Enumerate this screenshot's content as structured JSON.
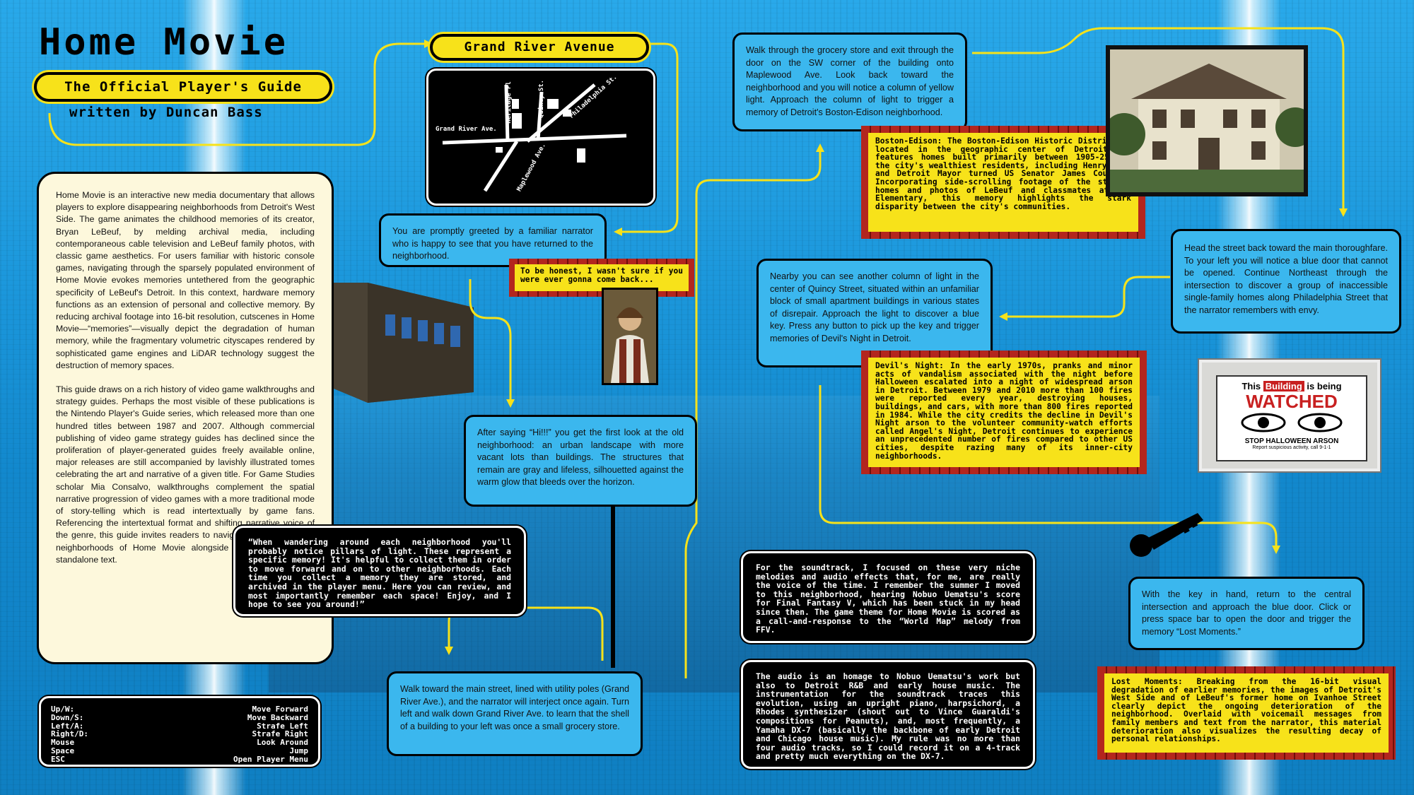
{
  "header": {
    "title": "Home Movie",
    "subtitle": "The Official Player's Guide",
    "byline": "written by Duncan Bass"
  },
  "map": {
    "title": "Grand River Avenue",
    "streets": [
      "Heritage Pl",
      "Quincy St.",
      "Philadelphia St.",
      "Grand River Ave.",
      "Maplewood Ave."
    ]
  },
  "intro": {
    "paragraphs": [
      "Home Movie is an interactive new media documentary that allows players to explore disappearing neighborhoods from Detroit's West Side. The game animates the childhood memories of its creator, Bryan LeBeuf, by melding archival media, including contemporaneous cable television and LeBeuf family photos, with classic game aesthetics. For users familiar with historic console games, navigating through the sparsely populated environment of Home Movie evokes memories untethered from the geographic specificity of LeBeuf's Detroit. In this context, hardware memory functions as an extension of personal and collective memory. By reducing archival footage into 16-bit resolution, cutscenes in Home Movie—“memories”—visually depict the degradation of human memory, while the fragmentary volumetric cityscapes rendered by sophisticated game engines and LiDAR technology suggest the destruction of memory spaces.",
      "This guide draws on a rich history of video game walkthroughs and strategy guides. Perhaps the most visible of these publications is the Nintendo Player's Guide series, which released more than one hundred titles between 1987 and 2007. Although commercial publishing of video game strategy guides has declined since the proliferation of player-generated guides freely available online, major releases are still accompanied by lavishly illustrated tomes celebrating the art and narrative of a given title. For Game Studies scholar Mia Consalvo, walkthroughs complement the spatial narrative progression of video games with a more traditional mode of story-telling which is read intertextually by game fans. Referencing the intertextual format and shifting narrative voice of the genre, this guide invites readers to navigate the remembered neighborhoods of Home Movie alongside the game or as a standalone text."
    ]
  },
  "steps": {
    "greeting": "You are promptly greeted by a familiar narrator who is happy to see that you have returned to the neighborhood.",
    "first_look": "After saying “Hi!!!” you get the first look at the old neighborhood: an urban landscape with more vacant lots than buildings. The structures that remain are gray and lifeless, silhouetted against the warm glow that bleeds over the horizon.",
    "main_street": "Walk toward the main street, lined with utility poles (Grand River Ave.), and the narrator will interject once again. Turn left and walk down Grand River Ave. to learn that the shell of a building to your left was once a small grocery store.",
    "grocery": "Walk through the grocery store and exit through the door on the SW corner of the building onto Maplewood Ave. Look back toward the neighborhood and you will notice a column of yellow light. Approach the column of light to trigger a memory of Detroit's Boston-Edison neighborhood.",
    "quincy": "Nearby you can see another column of light in the center of Quincy Street, situated within an unfamiliar block of small apartment buildings in various states of disrepair. Approach the light to discover a blue key. Press any button to pick up the key and trigger memories of Devil's Night in Detroit.",
    "head_back": "Head the street back toward the main thoroughfare. To your left you will notice a blue door that cannot be opened. Continue Northeast through the intersection to discover a group of inaccessible single-family homes along Philadelphia Street that the narrator remembers with envy.",
    "key": "With the key in hand, return to the central intersection and approach the blue door. Click or press space bar to open the door and trigger the memory “Lost Moments.”"
  },
  "narrator_quote": "To be honest, I wasn't sure if you were ever gonna come back...",
  "pillars_quote": "“When wandering around each neighborhood you'll probably notice pillars of light. These represent a specific memory! It's helpful to collect them in order to move forward and on to other neighborhoods. Each time you collect a memory they are stored, and archived in the player menu. Here you can review, and most importantly remember each space! Enjoy, and I hope to see you around!”",
  "memories": {
    "boston_edison": "Boston-Edison: The Boston-Edison Historic District is located in the geographic center of Detroit and features homes built primarily between 1905-25 for the city's wealthiest residents, including Henry Ford and Detroit Mayor turned US Senator James Couzens. Incorporating side-scrolling footage of the stately homes and photos of LeBeuf and classmates at Dow Elementary, this memory highlights the stark disparity between the city's communities.",
    "devils_night": "Devil's Night: In the early 1970s, pranks and minor acts of vandalism associated with the night before Halloween escalated into a night of widespread arson in Detroit. Between 1979 and 2010 more than 100 fires were reported every year, destroying houses, buildings, and cars, with more than 800 fires reported in 1984. While the city credits the decline in Devil's Night arson to the volunteer community-watch efforts called Angel's Night, Detroit continues to experience an unprecedented number of fires compared to other US cities, despite razing many of its inner-city neighborhoods.",
    "lost_moments": "Lost Moments: Breaking from the 16-bit visual degradation of earlier memories, the images of Detroit's West Side and of LeBeuf's former home on Ivanhoe Street clearly depict the ongoing deterioration of the neighborhood. Overlaid with voicemail messages from family members and text from the narrator, this material deterioration also visualizes the resulting decay of personal relationships."
  },
  "soundtrack": [
    "For the soundtrack, I focused on these very niche melodies and audio effects that, for me, are really the voice of the time. I remember the summer I moved to this neighborhood, hearing Nobuo Uematsu's score for Final Fantasy V, which has been stuck in my head since then. The game theme for Home Movie is scored as a call-and-response to the “World Map” melody from FFV.",
    "The audio is an homage to Nobuo Uematsu's work but also to Detroit R&B and early house music. The instrumentation for the soundtrack traces this evolution, using an upright piano, harpsichord, a Rhodes synthesizer (shout out to Vince Guaraldi's compositions for Peanuts), and, most frequently, a Yamaha DX-7 (basically the backbone of early Detroit and Chicago house music). My rule was no more than four audio tracks, so I could record it on a 4-track and pretty much everything on the DX-7."
  ],
  "sign": {
    "line1a": "This",
    "line1b": "Building",
    "line1c": "is being",
    "line2": "WATCHED",
    "line3": "STOP HALLOWEEN ARSON",
    "line4": "Report suspicious activity, call 9-1-1"
  },
  "controls": [
    {
      "key": "Up/W:",
      "action": "Move Forward"
    },
    {
      "key": "Down/S:",
      "action": "Move Backward"
    },
    {
      "key": "Left/A:",
      "action": "Strafe Left"
    },
    {
      "key": "Right/D:",
      "action": "Strafe Right"
    },
    {
      "key": "Mouse",
      "action": "Look Around"
    },
    {
      "key": "Space",
      "action": "Jump"
    },
    {
      "key": "ESC",
      "action": "Open Player Menu"
    }
  ],
  "colors": {
    "background": "#1c98dc",
    "yellow": "#f7e21a",
    "brick": "#b3261e",
    "panel_blue": "#3bb7ee",
    "cream": "#fdf8dc"
  }
}
